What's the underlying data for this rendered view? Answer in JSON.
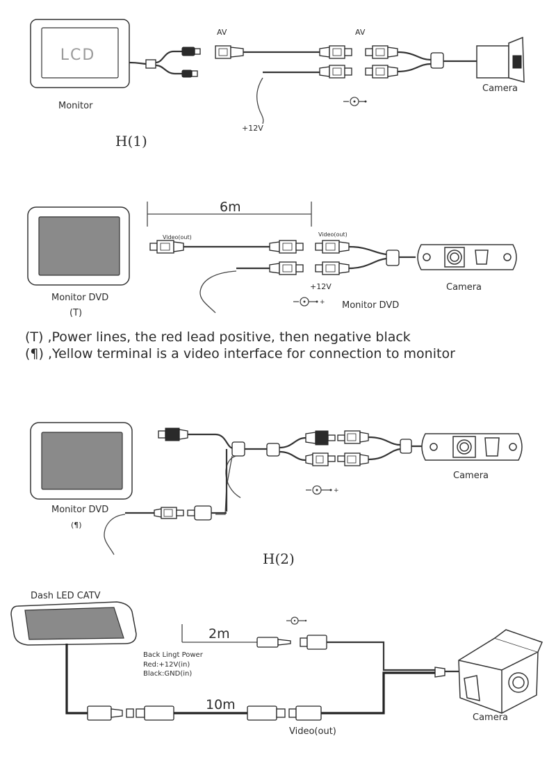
{
  "section1": {
    "monitor_lcd_text": "LCD",
    "monitor_label": "Monitor",
    "av_left": "AV",
    "av_right": "AV",
    "power_label": "+12V",
    "camera_label": "Camera",
    "title": "H(1)"
  },
  "section2": {
    "distance": "6m",
    "video_out_left": "Video(out)",
    "video_out_right": "Video(out)",
    "power_label": "+12V",
    "camera_label": "Camera",
    "monitor_label": "Monitor DVD",
    "monitor_mark": "(T)",
    "power_symbol_label": "Monitor DVD",
    "note_power": "(T) ,Power lines, the red lead positive, then negative black",
    "note_video": "(¶)  ,Yellow terminal is a video interface for connection to monitor"
  },
  "section3": {
    "monitor_label": "Monitor DVD",
    "monitor_mark": "(¶)",
    "camera_label": "Camera",
    "title": "H(2)"
  },
  "section4": {
    "dash_label": "Dash LED CATV",
    "distance_short": "2m",
    "distance_long": "10m",
    "power_title": "Back Lingt Power",
    "power_red": "Red:+12V(in)",
    "power_black": "Black:GND(in)",
    "video_out": "Video(out)",
    "camera_label": "Camera"
  }
}
